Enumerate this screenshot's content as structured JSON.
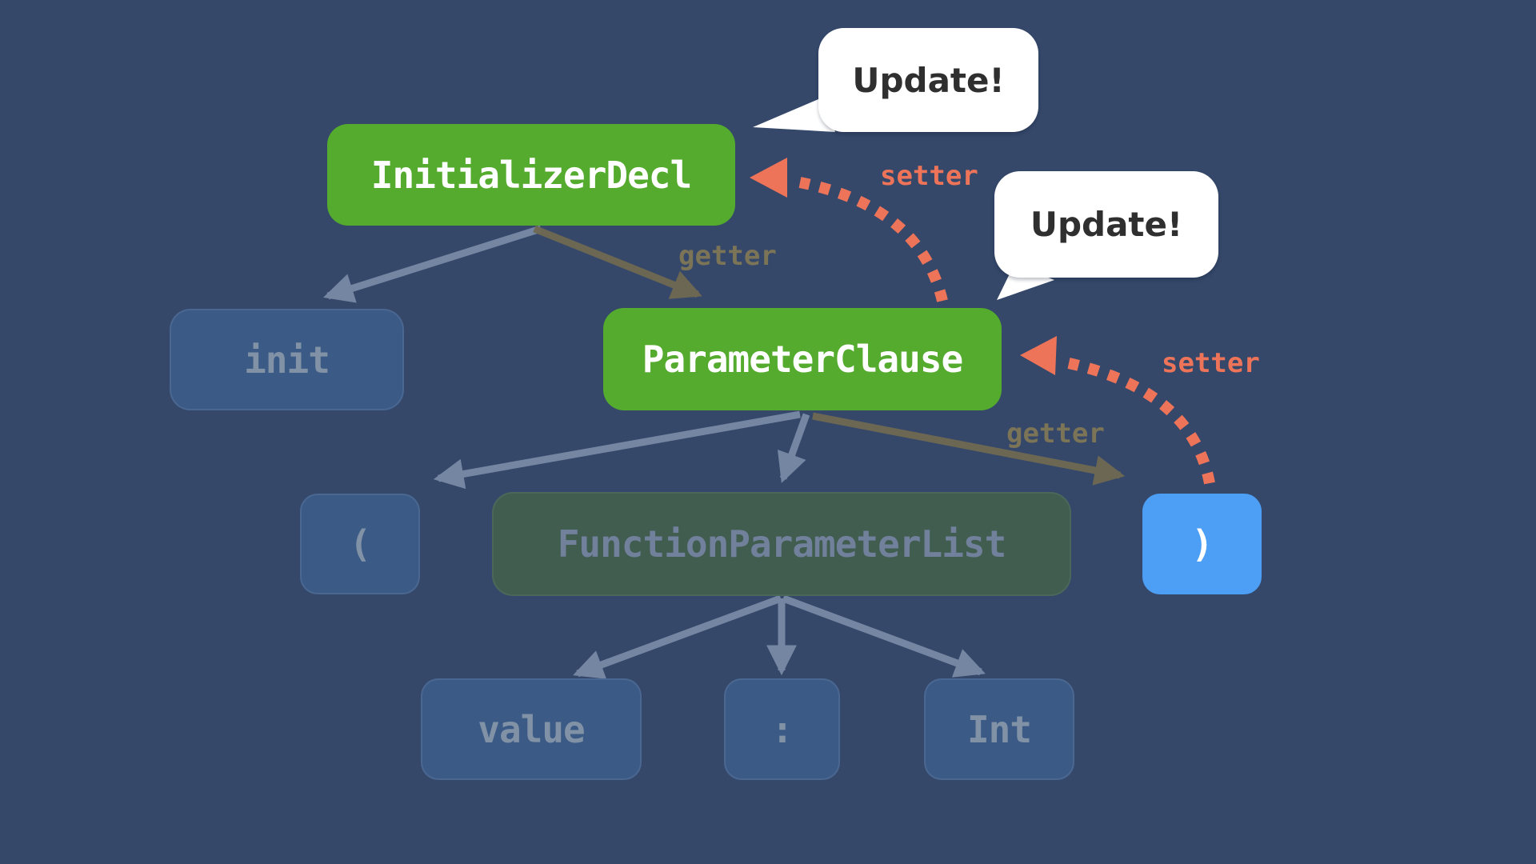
{
  "diagram": {
    "description": "Swift syntax tree diagram with getter/setter update propagation",
    "nodes": {
      "initializer_decl": {
        "label": "InitializerDecl",
        "state": "updated-green"
      },
      "init": {
        "label": "init",
        "state": "faded"
      },
      "parameter_clause": {
        "label": "ParameterClause",
        "state": "updated-green"
      },
      "open_paren": {
        "label": "(",
        "state": "faded"
      },
      "function_parameter_list": {
        "label": "FunctionParameterList",
        "state": "faded"
      },
      "close_paren": {
        "label": ")",
        "state": "highlighted-blue"
      },
      "value": {
        "label": "value",
        "state": "faded"
      },
      "colon": {
        "label": ":",
        "state": "faded"
      },
      "int": {
        "label": "Int",
        "state": "faded"
      }
    },
    "edge_labels": {
      "setter_top": "setter",
      "getter_top": "getter",
      "setter_mid": "setter",
      "getter_mid": "getter"
    },
    "bubbles": {
      "top": {
        "text": "Update!"
      },
      "middle": {
        "text": "Update!"
      }
    },
    "colors": {
      "background": "#35486A",
      "node_green": "#54AB2D",
      "node_blue_muted": "#3B5A86",
      "node_green_muted": "#405D50",
      "node_blue_bright": "#4C9FF5",
      "arrow_slate": "#7D8DA9",
      "arrow_olive": "#6E6951",
      "setter_salmon": "#EE7459",
      "getter_olive_label": "#7C7457",
      "bubble_bg": "#FFFFFF",
      "bubble_text": "#2F2F2F",
      "muted_text": "#8192A6",
      "white_text": "#FFFFFF"
    }
  }
}
